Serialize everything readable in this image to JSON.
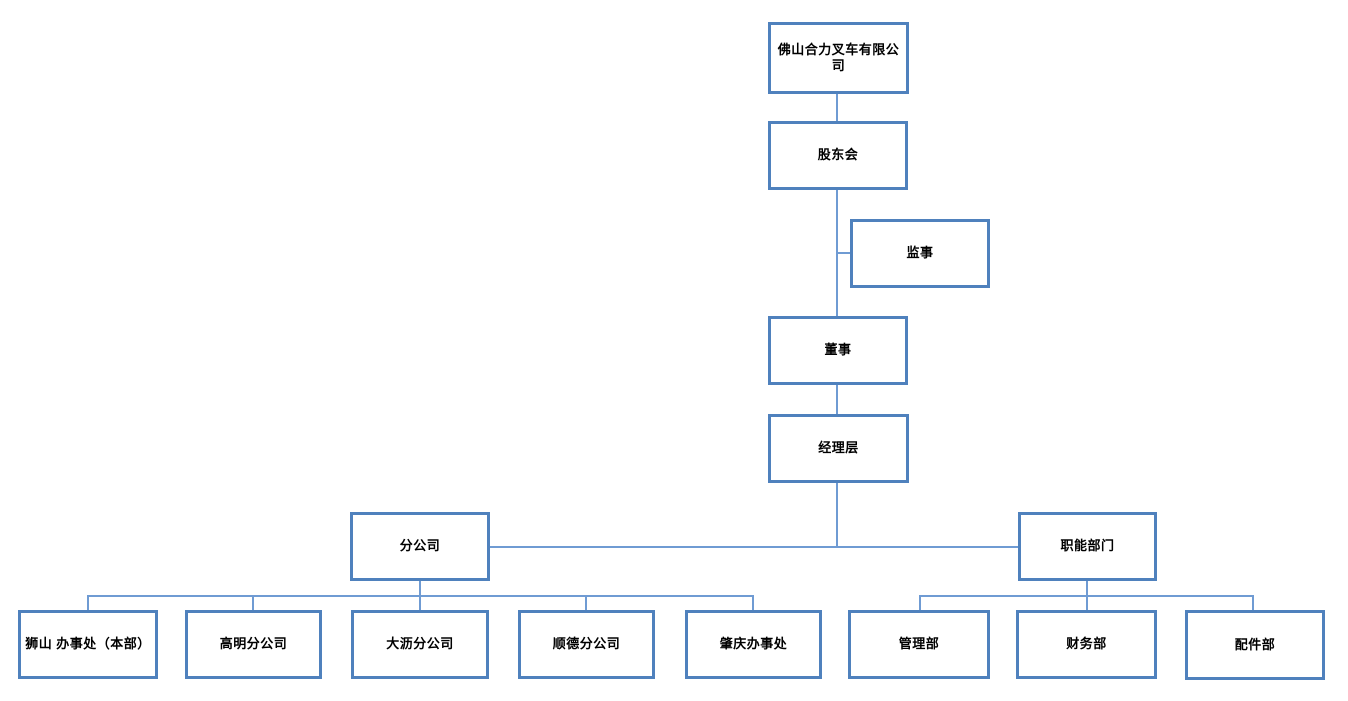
{
  "diagram": {
    "type": "org-chart",
    "title": "佛山合力叉车有限公司",
    "colors": {
      "background": "#ffffff",
      "box_border": "#4f81bd",
      "connector": "#6f9bd3",
      "text": "#000000"
    },
    "nodes": {
      "company": {
        "label": "佛山合力叉车有限公司"
      },
      "shareholders": {
        "label": "股东会"
      },
      "supervisor": {
        "label": "监事"
      },
      "director": {
        "label": "董事"
      },
      "management": {
        "label": "经理层"
      },
      "branches": {
        "label": "分公司"
      },
      "functional": {
        "label": "职能部门"
      },
      "branch_shishan": {
        "label": "狮山 办事处（本部）"
      },
      "branch_gaoming": {
        "label": "高明分公司"
      },
      "branch_dali": {
        "label": "大沥分公司"
      },
      "branch_shunde": {
        "label": "顺德分公司"
      },
      "branch_zhaoqing": {
        "label": "肇庆办事处"
      },
      "dept_management": {
        "label": "管理部"
      },
      "dept_finance": {
        "label": "财务部"
      },
      "dept_parts": {
        "label": "配件部"
      }
    },
    "edges": [
      {
        "from": "company",
        "to": "shareholders"
      },
      {
        "from": "shareholders",
        "to": "director"
      },
      {
        "from": "shareholders",
        "to": "supervisor",
        "style": "side-stub"
      },
      {
        "from": "director",
        "to": "management"
      },
      {
        "from": "management",
        "to": "branches"
      },
      {
        "from": "management",
        "to": "functional"
      },
      {
        "from": "branches",
        "to": "branch_shishan"
      },
      {
        "from": "branches",
        "to": "branch_gaoming"
      },
      {
        "from": "branches",
        "to": "branch_dali"
      },
      {
        "from": "branches",
        "to": "branch_shunde"
      },
      {
        "from": "branches",
        "to": "branch_zhaoqing"
      },
      {
        "from": "functional",
        "to": "dept_management"
      },
      {
        "from": "functional",
        "to": "dept_finance"
      },
      {
        "from": "functional",
        "to": "dept_parts"
      }
    ]
  }
}
